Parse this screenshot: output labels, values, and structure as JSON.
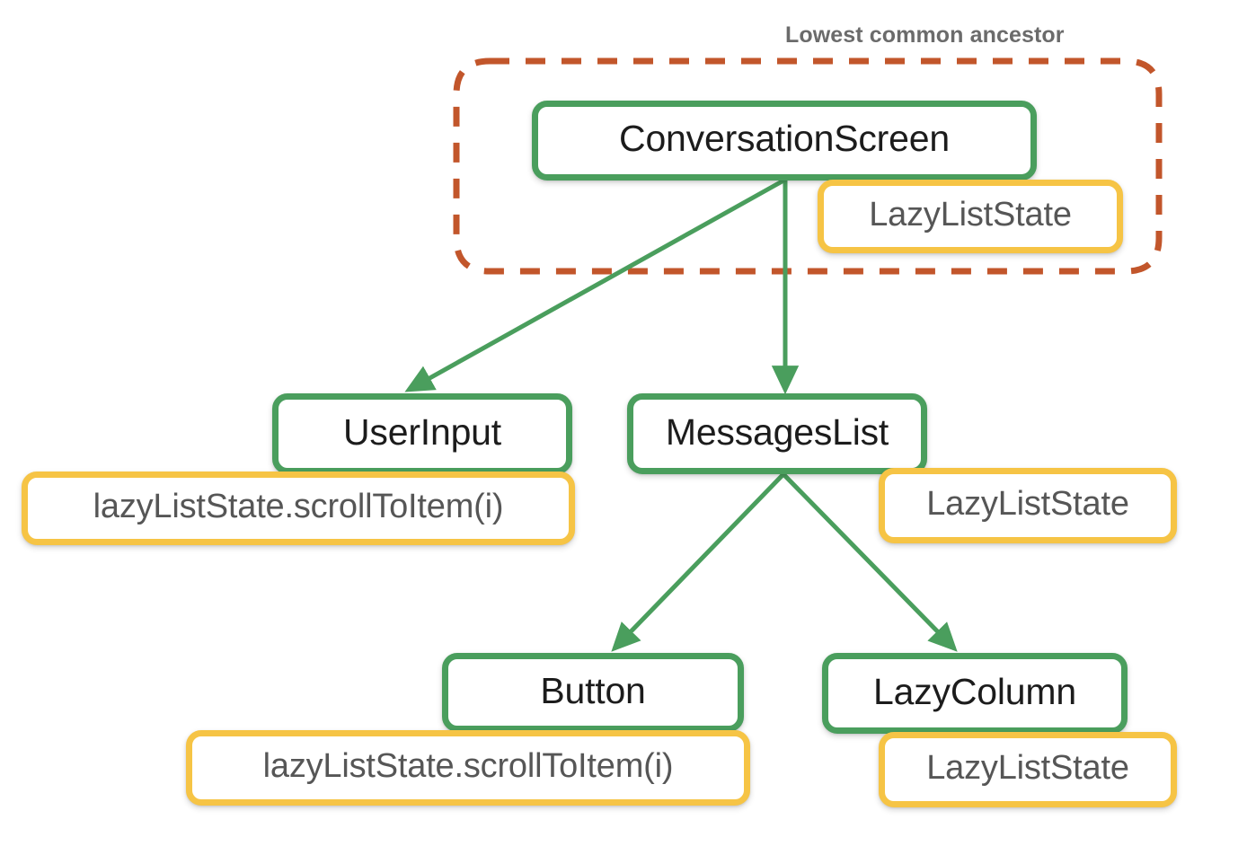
{
  "diagram": {
    "title": "Lowest common ancestor",
    "colors": {
      "green": "#4a9e5d",
      "yellow": "#f6c445",
      "dashed_orange": "#c2562b",
      "node_text": "#1c1c1c",
      "state_text": "#565656",
      "label_text": "#6b6b6b",
      "background": "#ffffff"
    },
    "annotation": {
      "label": "Lowest common ancestor",
      "style": "dashed-rounded-outline",
      "encloses": [
        "ConversationScreen",
        "LazyListState"
      ]
    },
    "nodes": [
      {
        "id": "conversation-screen",
        "label": "ConversationScreen",
        "kind": "composable"
      },
      {
        "id": "user-input",
        "label": "UserInput",
        "kind": "composable"
      },
      {
        "id": "messages-list",
        "label": "MessagesList",
        "kind": "composable"
      },
      {
        "id": "button",
        "label": "Button",
        "kind": "composable"
      },
      {
        "id": "lazy-column",
        "label": "LazyColumn",
        "kind": "composable"
      }
    ],
    "state_boxes": [
      {
        "id": "state-conversation-screen",
        "label": "LazyListState",
        "attached_to": "conversation-screen"
      },
      {
        "id": "state-user-input",
        "label": "lazyListState.scrollToItem(i)",
        "attached_to": "user-input"
      },
      {
        "id": "state-messages-list",
        "label": "LazyListState",
        "attached_to": "messages-list"
      },
      {
        "id": "state-button",
        "label": "lazyListState.scrollToItem(i)",
        "attached_to": "button"
      },
      {
        "id": "state-lazy-column",
        "label": "LazyListState",
        "attached_to": "lazy-column"
      }
    ],
    "edges": [
      {
        "from": "conversation-screen",
        "to": "user-input"
      },
      {
        "from": "conversation-screen",
        "to": "messages-list"
      },
      {
        "from": "messages-list",
        "to": "button"
      },
      {
        "from": "messages-list",
        "to": "lazy-column"
      }
    ]
  }
}
